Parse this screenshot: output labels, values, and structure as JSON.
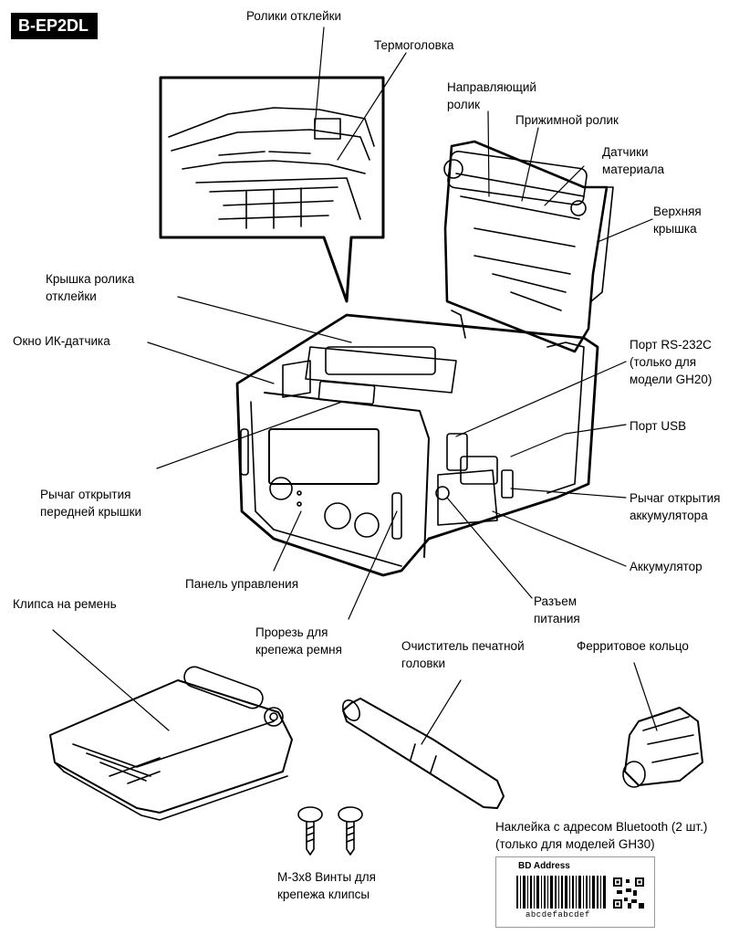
{
  "model_badge": "B-EP2DL",
  "labels": {
    "peel_rollers": "Ролики отклейки",
    "thermal_head": "Термоголовка",
    "guide_roller_1": "Направляющий",
    "guide_roller_2": "ролик",
    "platen_roller": "Прижимной ролик",
    "media_sensors_1": "Датчики",
    "media_sensors_2": "материала",
    "top_cover_1": "Верхняя",
    "top_cover_2": "крышка",
    "peel_cover_1": "Крышка ролика",
    "peel_cover_2": "отклейки",
    "ir_window": "Окно ИК-датчика",
    "rs232_1": "Порт RS-232C",
    "rs232_2": "(только для",
    "rs232_3": "модели GH20)",
    "usb_port": "Порт USB",
    "front_lever_1": "Рычаг открытия",
    "front_lever_2": "передней крышки",
    "battery_lever_1": "Рычаг открытия",
    "battery_lever_2": "аккумулятора",
    "battery": "Аккумулятор",
    "control_panel": "Панель управления",
    "power_1": "Разъем",
    "power_2": "питания",
    "belt_clip": "Клипса на ремень",
    "belt_slot_1": "Прорезь для",
    "belt_slot_2": "крепежа ремня",
    "head_cleaner_1": "Очиститель печатной",
    "head_cleaner_2": "головки",
    "ferrite": "Ферритовое кольцо",
    "bt_sticker_1": "Наклейка с адресом Bluetooth (2 шт.)",
    "bt_sticker_2": "(только для моделей GH30)",
    "screws_1": "M-3x8 Винты для",
    "screws_2": "крепежа клипсы"
  },
  "bd_label": {
    "title": "BD Address",
    "code": "abcdefabcdef"
  }
}
